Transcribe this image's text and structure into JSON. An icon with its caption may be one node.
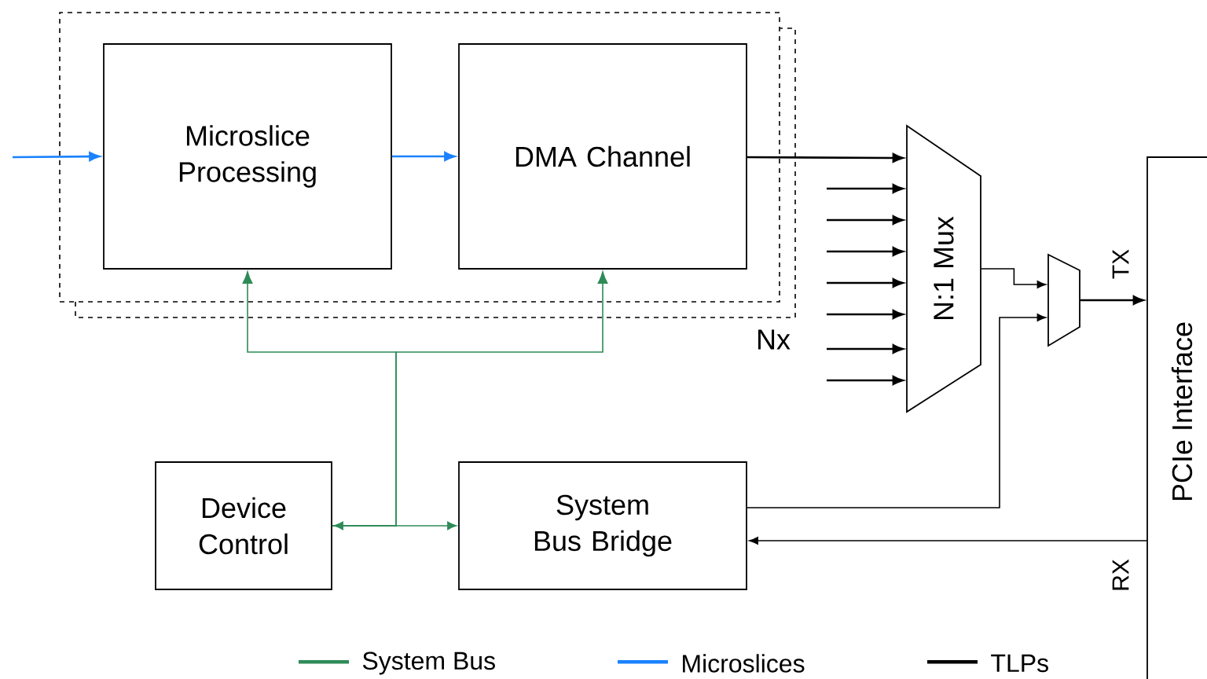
{
  "diagram": {
    "nodes": [
      {
        "text": [],
        "shape": "box",
        "beside": [
          "Nx"
        ]
      },
      {
        "text": [
          "Microslice Processing"
        ],
        "in": 0
      },
      {
        "text": [
          "DMA Channel"
        ],
        "in": 0
      },
      {
        "text": [
          "N:1 Mux"
        ]
      },
      {
        "text": [],
        "shape": "trapezoid"
      },
      {
        "text": [
          "Device Control"
        ]
      },
      {
        "text": [
          "System Bus Bridge"
        ]
      },
      {
        "text": [
          "PCIe Interface"
        ]
      }
    ],
    "edges": [
      {
        "from": null,
        "to": 1,
        "arrow": "to",
        "color": "#1a82ff"
      },
      {
        "from": 1,
        "to": 2,
        "arrow": "to",
        "color": "#1a82ff"
      },
      {
        "from": 2,
        "to": 3,
        "arrow": "to"
      },
      {
        "from": null,
        "to": 3,
        "arrow": "to"
      },
      {
        "from": null,
        "to": 3,
        "arrow": "to"
      },
      {
        "from": null,
        "to": 3,
        "arrow": "to"
      },
      {
        "from": null,
        "to": 3,
        "arrow": "to"
      },
      {
        "from": null,
        "to": 3,
        "arrow": "to"
      },
      {
        "from": null,
        "to": 3,
        "arrow": "to"
      },
      {
        "from": null,
        "to": 3,
        "arrow": "to"
      },
      {
        "from": 3,
        "to": 4,
        "arrow": "to"
      },
      {
        "from": 6,
        "to": 4,
        "arrow": "to"
      },
      {
        "from": 4,
        "to": 7,
        "arrow": "to",
        "label": "TX"
      },
      {
        "from": 7,
        "to": 6,
        "arrow": "to",
        "label": "RX"
      },
      {
        "from": 5,
        "to": 6,
        "arrow": "both",
        "color": "#2e8b57"
      },
      {
        "from": 5,
        "to": 1,
        "arrow": "to",
        "color": "#2e8b57"
      },
      {
        "from": 5,
        "to": 2,
        "arrow": "to",
        "color": "#2e8b57"
      }
    ],
    "legend": [
      {
        "text": "System Bus",
        "color": "#2e8b57"
      },
      {
        "text": "Microslices",
        "color": "#1a82ff"
      },
      {
        "text": "TLPs",
        "color": "#000000"
      }
    ]
  }
}
